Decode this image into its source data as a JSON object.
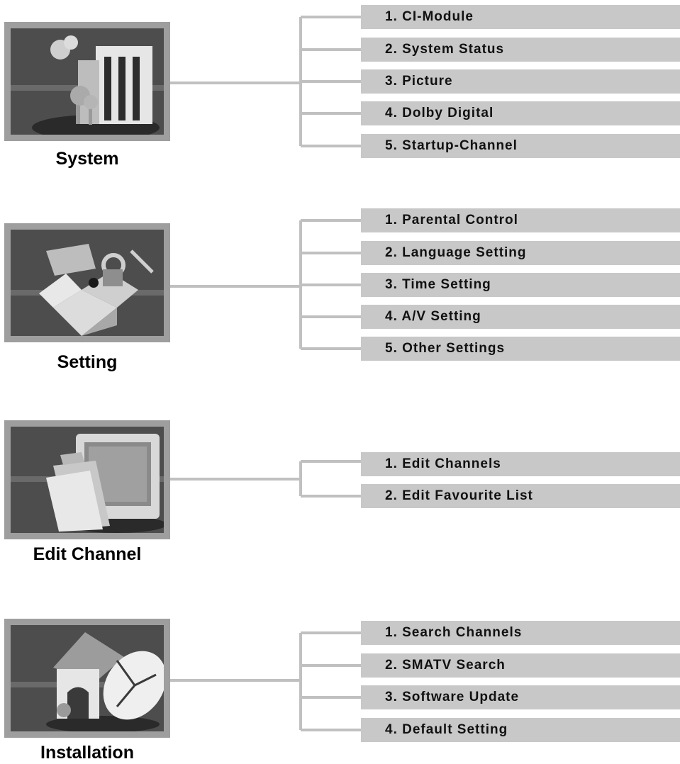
{
  "groups": [
    {
      "title": "System",
      "icon": "building-icon",
      "items": [
        "1. CI-Module",
        "2. System Status",
        "3. Picture",
        "4. Dolby Digital",
        "5. Startup-Channel"
      ]
    },
    {
      "title": "Setting",
      "icon": "open-box-lock-icon",
      "items": [
        "1. Parental Control",
        "2. Language Setting",
        "3. Time Setting",
        "4. A/V Setting",
        "5. Other Settings"
      ]
    },
    {
      "title": "Edit Channel",
      "icon": "folder-monitor-icon",
      "items": [
        "1. Edit Channels",
        "2. Edit Favourite List"
      ]
    },
    {
      "title": "Installation",
      "icon": "house-satellite-dish-icon",
      "items": [
        "1. Search Channels",
        "2. SMATV Search",
        "3. Software Update",
        "4. Default Setting"
      ]
    }
  ],
  "colors": {
    "item_bg": "#c8c8c8",
    "connector": "#c0c0c0",
    "icon_frame": "#9e9e9e"
  }
}
